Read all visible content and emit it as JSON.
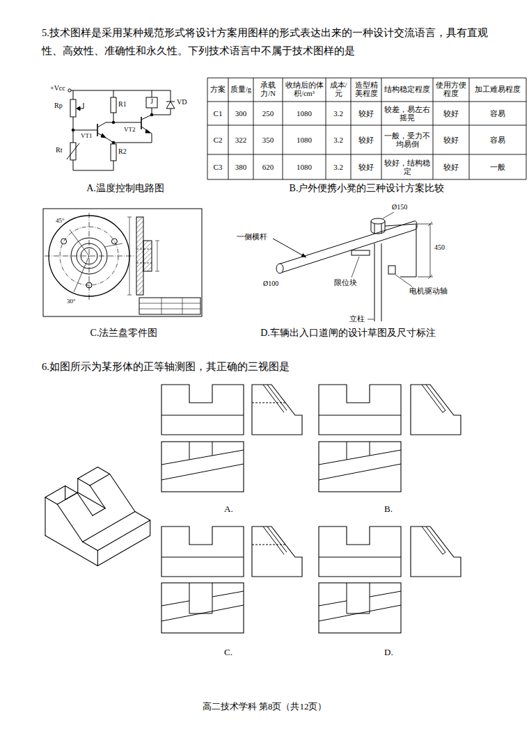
{
  "diagram": {
    "labels": [
      "5.技术图样是采用某种规范形式将设计方案用图样的形式表达出来的一种设计交流语言，具有直观性、高效性、准确性和永久性。下列技术语言中不属于技术图样的是",
      "+Vcc",
      "Rp",
      "R1",
      "J",
      "VD",
      "VT1",
      "VT2",
      "Rt",
      "R2",
      "方案",
      "质量/g",
      "承载力/N",
      "收纳后的体积/cm³",
      "成本/元",
      "造型精美程度",
      "结构稳定程度",
      "使用方便程度",
      "加工难易程度",
      "C1",
      "300",
      "250",
      "1080",
      "3.2",
      "较好",
      "较差，易左右摇晃",
      "较好",
      "容易",
      "C2",
      "322",
      "350",
      "1080",
      "3.2",
      "较好",
      "一般，受力不均易倒",
      "较好",
      "容易",
      "C3",
      "380",
      "620",
      "1080",
      "3.2",
      "较好",
      "较好，结构稳定",
      "较好",
      "一般",
      "A.温度控制电路图",
      "B.户外便携小凳的三种设计方案比较",
      "45°",
      "30°",
      "C.法兰盘零件图",
      "D.车辆出入口道闸的设计草图及尺寸标注",
      "Ø150",
      "一侧横杆",
      "450",
      "限位块",
      "Ø100",
      "电机驱动轴",
      "立柱",
      "6.如图所示为某形体的正等轴测图，其正确的三视图是",
      "A.",
      "B.",
      "C.",
      "D.",
      "高二技术学科 第8页（共12页）"
    ]
  }
}
